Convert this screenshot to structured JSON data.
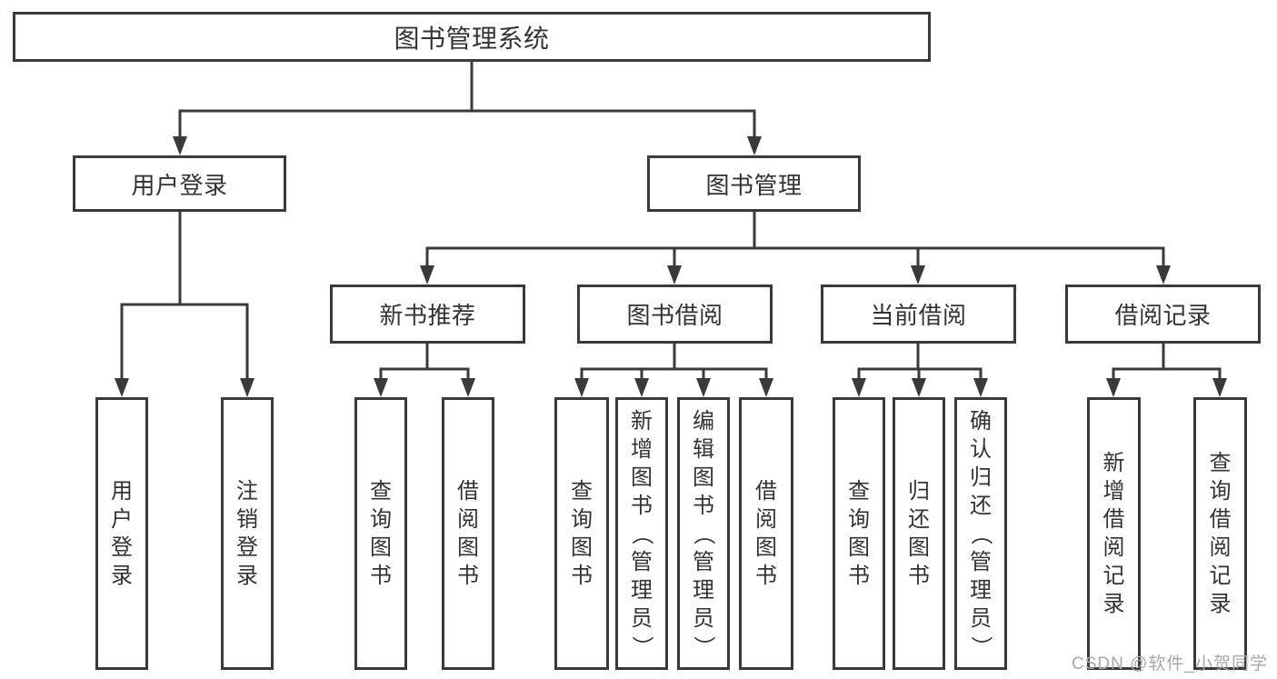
{
  "diagram": {
    "root": {
      "label": "图书管理系统"
    },
    "branches": [
      {
        "label": "用户登录",
        "children": [
          {
            "label": "用户登录"
          },
          {
            "label": "注销登录"
          }
        ]
      },
      {
        "label": "图书管理",
        "groups": [
          {
            "label": "新书推荐",
            "children": [
              {
                "label": "查询图书"
              },
              {
                "label": "借阅图书"
              }
            ]
          },
          {
            "label": "图书借阅",
            "children": [
              {
                "label": "查询图书"
              },
              {
                "label": "新增图书（管理员）"
              },
              {
                "label": "编辑图书（管理员）"
              },
              {
                "label": "借阅图书"
              }
            ]
          },
          {
            "label": "当前借阅",
            "children": [
              {
                "label": "查询图书"
              },
              {
                "label": "归还图书"
              },
              {
                "label": "确认归还（管理员）"
              }
            ]
          },
          {
            "label": "借阅记录",
            "children": [
              {
                "label": "新增借阅记录"
              },
              {
                "label": "查询借阅记录"
              }
            ]
          }
        ]
      }
    ]
  },
  "watermark": {
    "text": "CSDN @软件_小贺同学"
  },
  "colors": {
    "line": "#3a3a3a",
    "text": "#333333",
    "watermark": "#a8a8a8",
    "background": "#ffffff"
  }
}
